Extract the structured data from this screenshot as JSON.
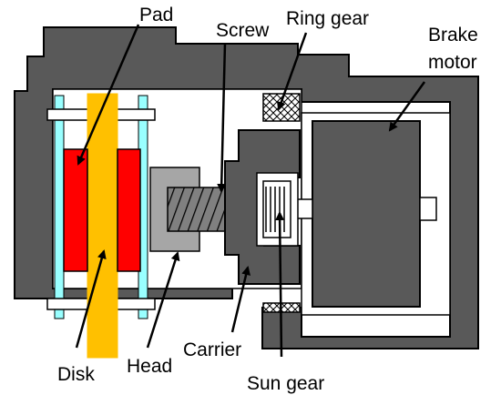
{
  "labels": {
    "pad": "Pad",
    "screw": "Screw",
    "ring_gear": "Ring gear",
    "brake_motor_line1": "Brake",
    "brake_motor_line2": "motor",
    "disk": "Disk",
    "head": "Head",
    "carrier": "Carrier",
    "sun_gear": "Sun gear"
  },
  "colors": {
    "housing": "#595959",
    "housing_edge": "#000000",
    "pad": "#ff0000",
    "disk": "#ffc000",
    "backing_plate": "#99ffff",
    "screw": "#808080",
    "head": "#a6a6a6",
    "ring_gear_fill": "#bfbfbf",
    "motor_body": "#595959",
    "background": "#ffffff"
  }
}
